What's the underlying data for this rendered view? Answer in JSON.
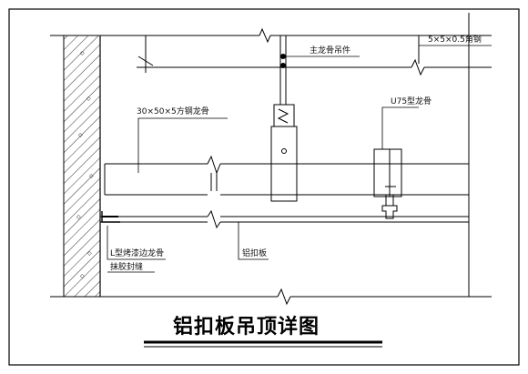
{
  "title": "铝扣板吊顶详图",
  "labels": {
    "main_hanger": "主龙骨吊件",
    "steel_bar": "5×5×0.5角钢",
    "steel_keel": "30×50×5方钢龙骨",
    "u_keel": "U75型龙骨",
    "edge_keel": "L型烤漆边龙骨",
    "sealant": "抹胶封缝",
    "plate": "铝扣板"
  }
}
